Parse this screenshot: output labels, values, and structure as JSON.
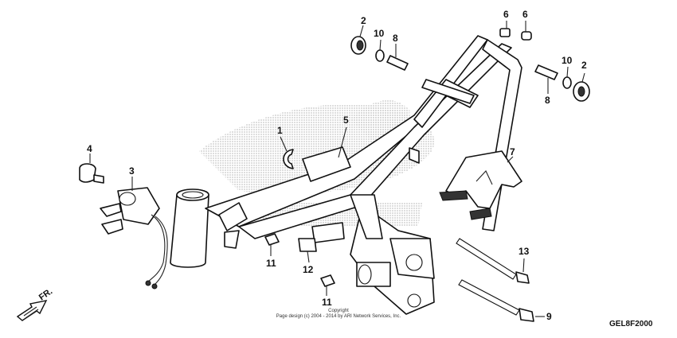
{
  "callouts": {
    "c1": "1",
    "c2a": "2",
    "c2b": "2",
    "c3": "3",
    "c4": "4",
    "c5": "5",
    "c6a": "6",
    "c6b": "6",
    "c7": "7",
    "c8a": "8",
    "c8b": "8",
    "c9": "9",
    "c10a": "10",
    "c10b": "10",
    "c11a": "11",
    "c11b": "11",
    "c12": "12",
    "c13": "13"
  },
  "direction": {
    "label": "FR."
  },
  "copyright": {
    "line1": "Copyright",
    "line2": "Page design (c) 2004 - 2014 by ARI Network Services, Inc."
  },
  "diagram_code": "GEL8F2000",
  "colors": {
    "ink": "#111111",
    "stipple": "#9a9a9a"
  }
}
